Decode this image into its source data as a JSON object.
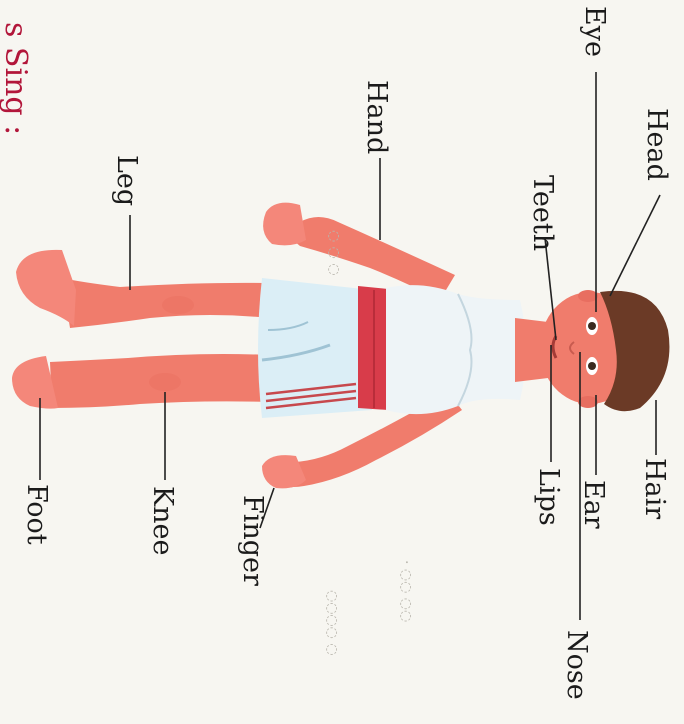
{
  "section_heading": "s Sing :",
  "labels": {
    "eye": "Eye",
    "head": "Head",
    "hand": "Hand",
    "teeth": "Teeth",
    "leg": "Leg",
    "hair": "Hair",
    "ear": "Ear",
    "nose": "Nose",
    "lips": "Lips",
    "finger": "Finger",
    "knee": "Knee",
    "foot": "Foot"
  },
  "colors": {
    "label_text": "#1b1b1b",
    "heading": "#b2163a",
    "skin": "#f2806f",
    "shirt": "#eef4f7",
    "belt": "#d83c4a",
    "shorts": "#dbeef6",
    "hair": "#6b3a26"
  }
}
